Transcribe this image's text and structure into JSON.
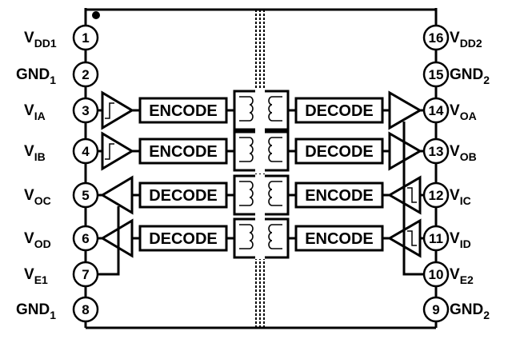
{
  "left_pins": [
    {
      "num": "1",
      "main": "V",
      "sub": "DD1"
    },
    {
      "num": "2",
      "main": "GND",
      "sub": "1"
    },
    {
      "num": "3",
      "main": "V",
      "sub": "IA"
    },
    {
      "num": "4",
      "main": "V",
      "sub": "IB"
    },
    {
      "num": "5",
      "main": "V",
      "sub": "OC"
    },
    {
      "num": "6",
      "main": "V",
      "sub": "OD"
    },
    {
      "num": "7",
      "main": "V",
      "sub": "E1"
    },
    {
      "num": "8",
      "main": "GND",
      "sub": "1"
    }
  ],
  "right_pins": [
    {
      "num": "16",
      "main": "V",
      "sub": "DD2"
    },
    {
      "num": "15",
      "main": "GND",
      "sub": "2"
    },
    {
      "num": "14",
      "main": "V",
      "sub": "OA"
    },
    {
      "num": "13",
      "main": "V",
      "sub": "OB"
    },
    {
      "num": "12",
      "main": "V",
      "sub": "IC"
    },
    {
      "num": "11",
      "main": "V",
      "sub": "ID"
    },
    {
      "num": "10",
      "main": "V",
      "sub": "E2"
    },
    {
      "num": "9",
      "main": "GND",
      "sub": "2"
    }
  ],
  "channels": [
    {
      "left_block": "ENCODE",
      "right_block": "DECODE",
      "direction": "left-to-right"
    },
    {
      "left_block": "ENCODE",
      "right_block": "DECODE",
      "direction": "left-to-right"
    },
    {
      "left_block": "DECODE",
      "right_block": "ENCODE",
      "direction": "right-to-left"
    },
    {
      "left_block": "DECODE",
      "right_block": "ENCODE",
      "direction": "right-to-left"
    }
  ]
}
